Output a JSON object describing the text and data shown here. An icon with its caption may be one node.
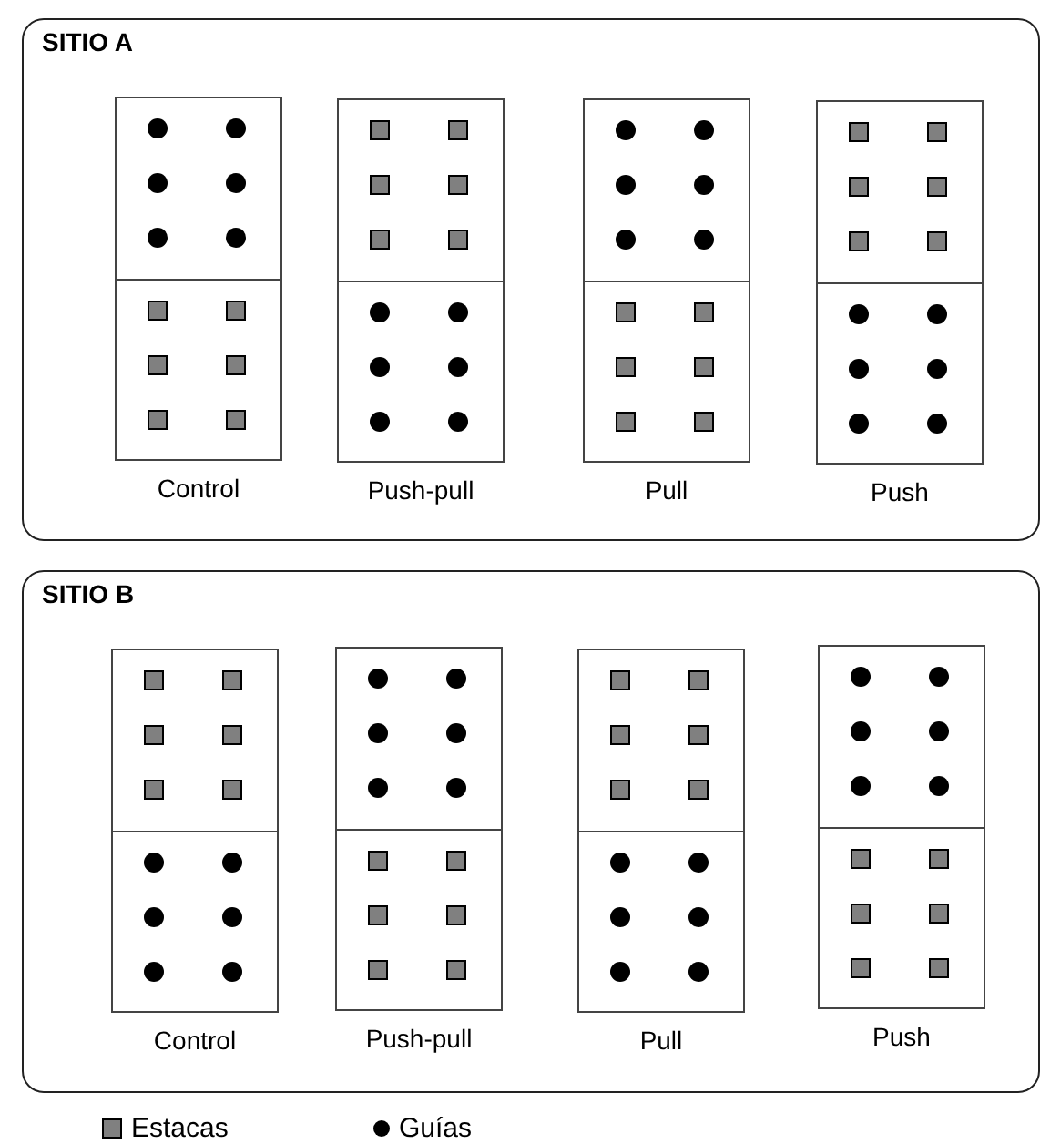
{
  "diagram": {
    "nodes": [
      {
        "text": [
          "SITIO A"
        ]
      },
      {
        "text": [
          "Control"
        ],
        "in": 0
      },
      {
        "text": [],
        "shape": "circle",
        "in": 1
      },
      {
        "text": [],
        "shape": "square",
        "in": 1
      },
      {
        "text": [
          "Push-pull"
        ],
        "in": 0
      },
      {
        "text": [],
        "shape": "square",
        "in": 4
      },
      {
        "text": [],
        "shape": "circle",
        "in": 4
      },
      {
        "text": [
          "Pull"
        ],
        "in": 0
      },
      {
        "text": [],
        "shape": "circle",
        "in": 7
      },
      {
        "text": [],
        "shape": "square",
        "in": 7
      },
      {
        "text": [
          "Push"
        ],
        "in": 0
      },
      {
        "text": [],
        "shape": "square",
        "in": 10
      },
      {
        "text": [],
        "shape": "circle",
        "in": 10
      },
      {
        "text": [
          "SITIO B"
        ]
      },
      {
        "text": [
          "Control"
        ],
        "in": 13
      },
      {
        "text": [],
        "shape": "square",
        "in": 14
      },
      {
        "text": [],
        "shape": "circle",
        "in": 14
      },
      {
        "text": [
          "Push-pull"
        ],
        "in": 13
      },
      {
        "text": [],
        "shape": "circle",
        "in": 17
      },
      {
        "text": [],
        "shape": "square",
        "in": 17
      },
      {
        "text": [
          "Pull"
        ],
        "in": 13
      },
      {
        "text": [],
        "shape": "square",
        "in": 20
      },
      {
        "text": [],
        "shape": "circle",
        "in": 20
      },
      {
        "text": [
          "Push"
        ],
        "in": 13
      },
      {
        "text": [],
        "shape": "circle",
        "in": 23
      },
      {
        "text": [],
        "shape": "square",
        "in": 23
      }
    ],
    "legend": [
      {
        "text": "Estacas",
        "color": "#808080"
      },
      {
        "text": "Guías",
        "color": "#000000"
      }
    ]
  }
}
